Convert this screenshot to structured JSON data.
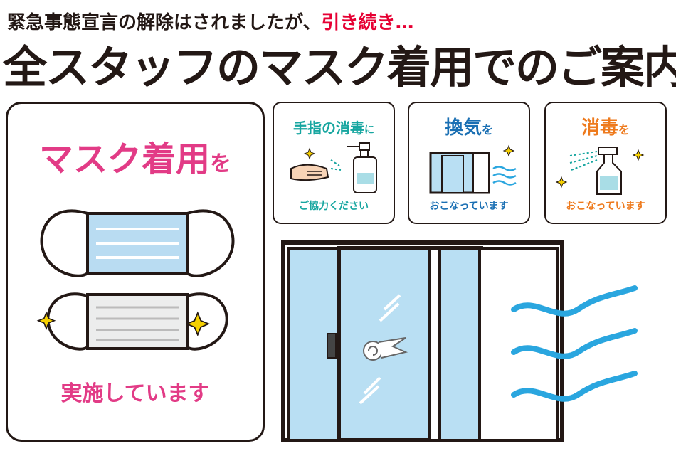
{
  "header": {
    "subheading_main": "緊急事態宣言の解除はされましたが、",
    "subheading_accent": "引き続き…",
    "headline": "全スタッフのマスク着用でのご案内"
  },
  "mask_card": {
    "title": "マスク着用",
    "title_suffix": "を",
    "footer": "実施しています"
  },
  "cards": [
    {
      "title": "手指の消毒",
      "suffix": "に",
      "footer": "ご協力ください",
      "color": "#17a6a0"
    },
    {
      "title": "換気",
      "suffix": "を",
      "footer": "おこなっています",
      "color": "#1a6fb3"
    },
    {
      "title": "消毒",
      "suffix": "を",
      "footer": "おこなっています",
      "color": "#ee7a1d"
    }
  ],
  "colors": {
    "accent_red": "#e60033",
    "mask_pink": "#e23b86",
    "mask_blue": "#b9dcf2",
    "wind_blue": "#2aa6df",
    "glass_blue": "#b9dff3",
    "ink": "#231815"
  },
  "icons": [
    "sparkle-icon",
    "mask-icon",
    "hand-sanitizer-icon",
    "window-icon",
    "wind-icon",
    "spray-bottle-icon"
  ]
}
